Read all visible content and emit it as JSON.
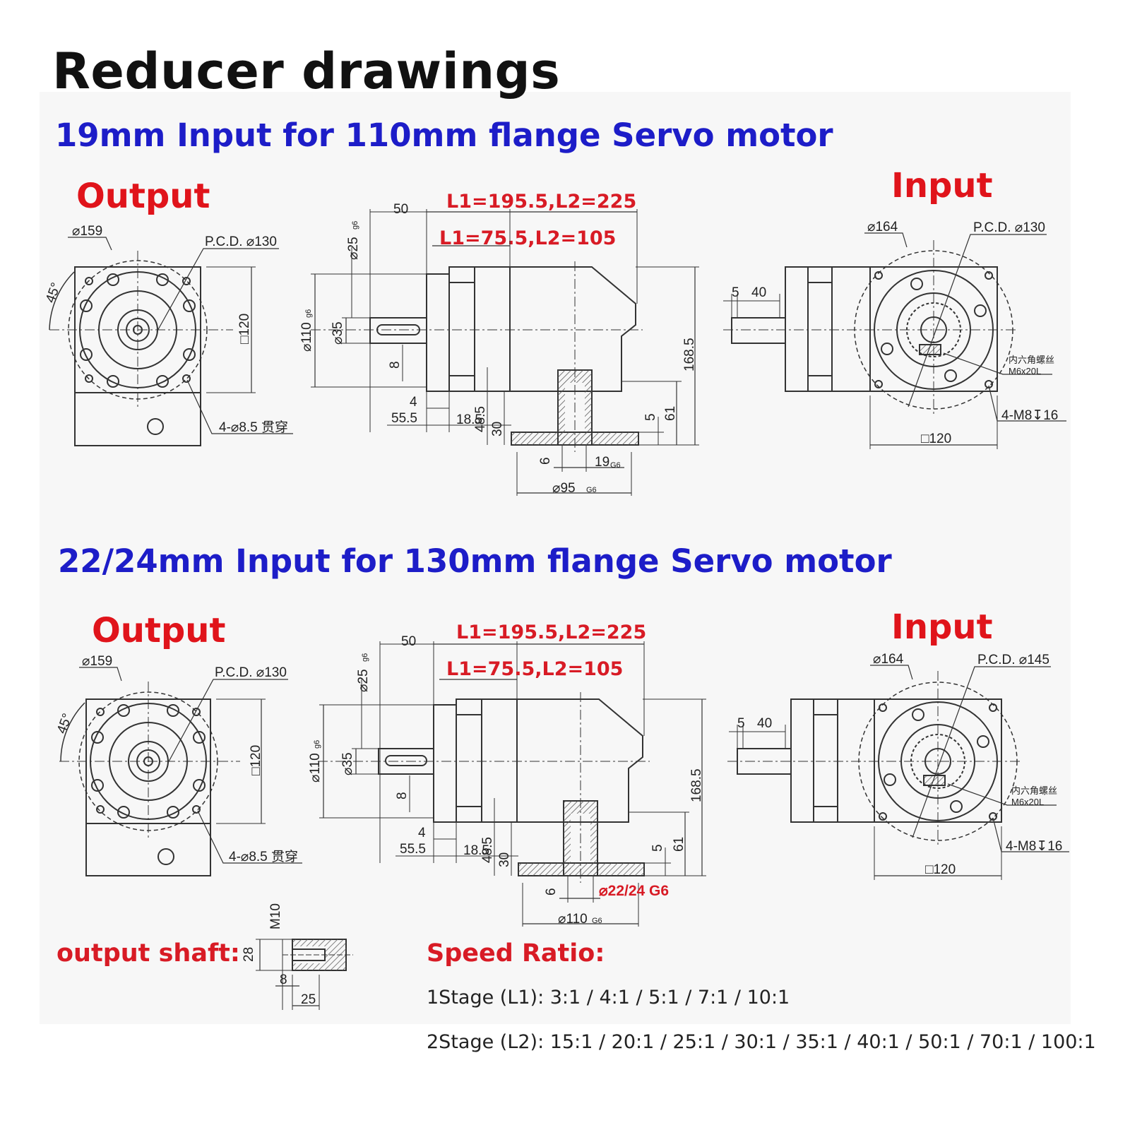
{
  "title": "Reducer drawings",
  "section1": {
    "heading": "19mm Input for 110mm flange Servo motor",
    "output_label": "Output",
    "input_label": "Input",
    "length_total": "L1=195.5,L2=225",
    "length_partial": "L1=75.5,L2=105",
    "output_view": {
      "d_outer": "⌀159",
      "pcd": "P.C.D. ⌀130",
      "angle": "45°",
      "square": "□120",
      "holes": "4-⌀8.5 贯穿"
    },
    "side_view": {
      "d50": "50",
      "d25": "⌀25",
      "g6a": "g6",
      "d110": "⌀110",
      "g6b": "g6",
      "d35": "⌀35",
      "d8": "8",
      "d4": "4",
      "d555": "55.5",
      "d185": "18.5",
      "d485": "48.5",
      "d30": "30",
      "d1685": "168.5",
      "d5": "5",
      "d61": "61",
      "d6": "6",
      "d19": "19",
      "g6c": "G6",
      "d95": "⌀95",
      "g6d": "G6"
    },
    "input_view": {
      "d164": "⌀164",
      "pcd": "P.C.D. ⌀130",
      "d5": "5",
      "d40": "40",
      "screw_cn": "内六角螺丝",
      "screw": "M6x20L",
      "tap": "4-M8↧16",
      "square": "□120"
    }
  },
  "section2": {
    "heading": "22/24mm Input for 130mm flange Servo motor",
    "output_label": "Output",
    "input_label": "Input",
    "length_total": "L1=195.5,L2=225",
    "length_partial": "L1=75.5,L2=105",
    "output_view": {
      "d_outer": "⌀159",
      "pcd": "P.C.D. ⌀130",
      "angle": "45°",
      "square": "□120",
      "holes": "4-⌀8.5 贯穿"
    },
    "side_view": {
      "d50": "50",
      "d25": "⌀25",
      "g6a": "g6",
      "d110": "⌀110",
      "g6b": "g6",
      "d35": "⌀35",
      "d8": "8",
      "d4": "4",
      "d555": "55.5",
      "d185": "18.5",
      "d485": "48.5",
      "d30": "30",
      "d1685": "168.5",
      "d5": "5",
      "d61": "61",
      "d6": "6",
      "bore": "⌀22/24 G6",
      "d110b": "⌀110",
      "g6d": "G6"
    },
    "input_view": {
      "d164": "⌀164",
      "pcd": "P.C.D. ⌀145",
      "d5": "5",
      "d40": "40",
      "screw_cn": "内六角螺丝",
      "screw": "M6x20L",
      "tap": "4-M8↧16",
      "square": "□120"
    }
  },
  "output_shaft": {
    "label": "output shaft:",
    "m10": "M10",
    "d28": "28",
    "d8": "8",
    "d25": "25"
  },
  "speed_ratio": {
    "label": "Speed Ratio:",
    "stage1": "1Stage (L1): 3:1 / 4:1 / 5:1 / 7:1 / 10:1",
    "stage2": "2Stage (L2): 15:1 / 20:1 / 25:1 / 30:1 / 35:1 / 40:1 / 50:1 / 70:1 / 100:1"
  },
  "colors": {
    "heading_blue": "#1d1dc8",
    "label_red": "#e0141b",
    "line": "#333333"
  }
}
